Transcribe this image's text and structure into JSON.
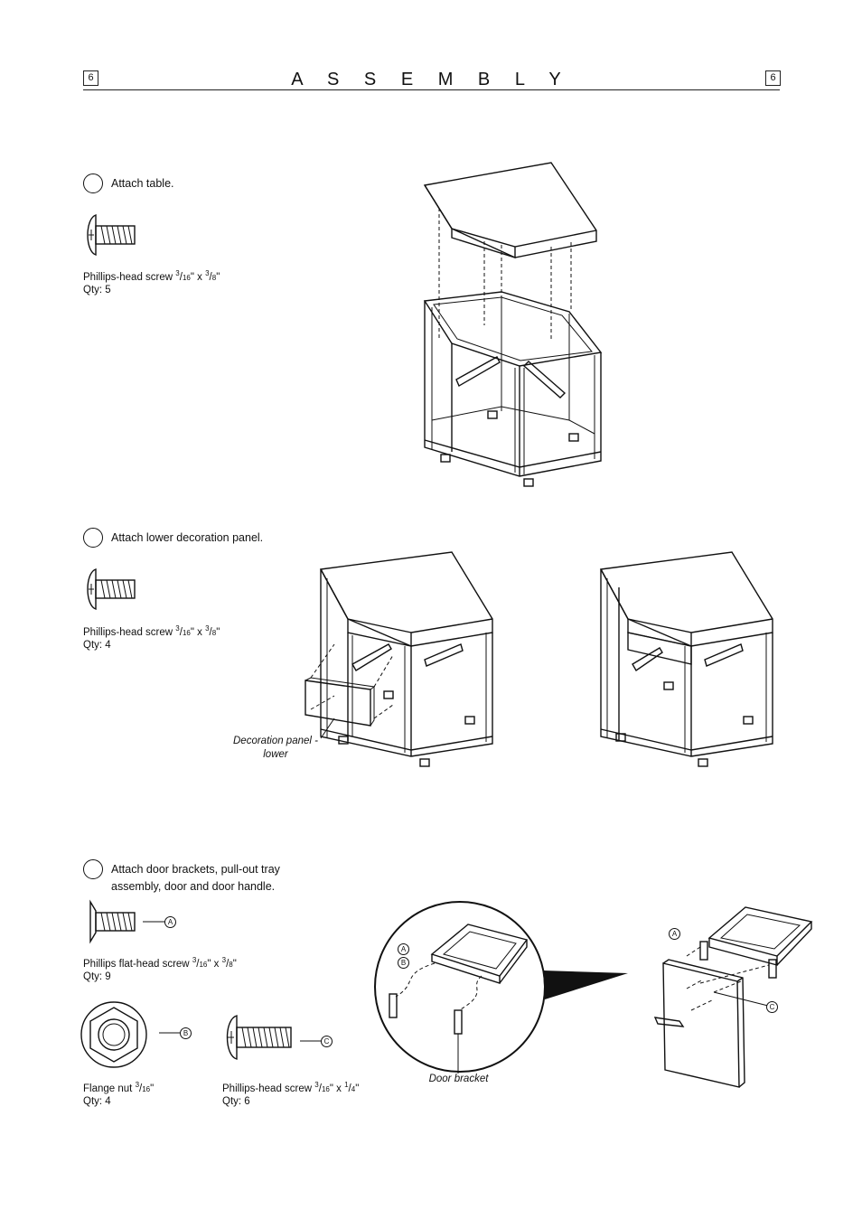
{
  "header": {
    "page_left": "6",
    "page_right": "6",
    "title": "A S S E M B L Y"
  },
  "steps": [
    {
      "text": "Attach table.",
      "hardware": [
        {
          "name": "Phillips-head screw",
          "num1": "3",
          "den1": "16",
          "unit1": "\" x ",
          "num2": "3",
          "den2": "8",
          "unit2": "\"",
          "qty": "Qty: 5"
        }
      ]
    },
    {
      "text": "Attach lower decoration panel.",
      "hardware": [
        {
          "name": "Phillips-head screw",
          "num1": "3",
          "den1": "16",
          "unit1": "\" x ",
          "num2": "3",
          "den2": "8",
          "unit2": "\"",
          "qty": "Qty: 4"
        }
      ],
      "caption_line1": "Decoration panel -",
      "caption_line2": "lower"
    },
    {
      "text_line1": "Attach door brackets, pull-out tray",
      "text_line2": "assembly, door and door handle.",
      "hardware": [
        {
          "name": "Phillips flat-head screw",
          "num1": "3",
          "den1": "16",
          "unit1": "\" x ",
          "num2": "3",
          "den2": "8",
          "unit2": "\"",
          "qty": "Qty: 9",
          "label": "A"
        },
        {
          "name": "Flange nut",
          "num1": "3",
          "den1": "16",
          "unit1": "\"",
          "qty": "Qty: 4",
          "label": "B"
        },
        {
          "name": "Phillips-head screw",
          "num1": "3",
          "den1": "16",
          "unit1": "\" x ",
          "num2": "1",
          "den2": "4",
          "unit2": "\"",
          "qty": "Qty: 6",
          "label": "C"
        }
      ],
      "caption": "Door bracket",
      "callouts": {
        "a": "A",
        "b": "B",
        "c": "C"
      }
    }
  ],
  "icons": {
    "screw": "phillips-screw-icon",
    "nut": "flange-nut-icon",
    "cabinet": "corner-cabinet-illustration"
  }
}
